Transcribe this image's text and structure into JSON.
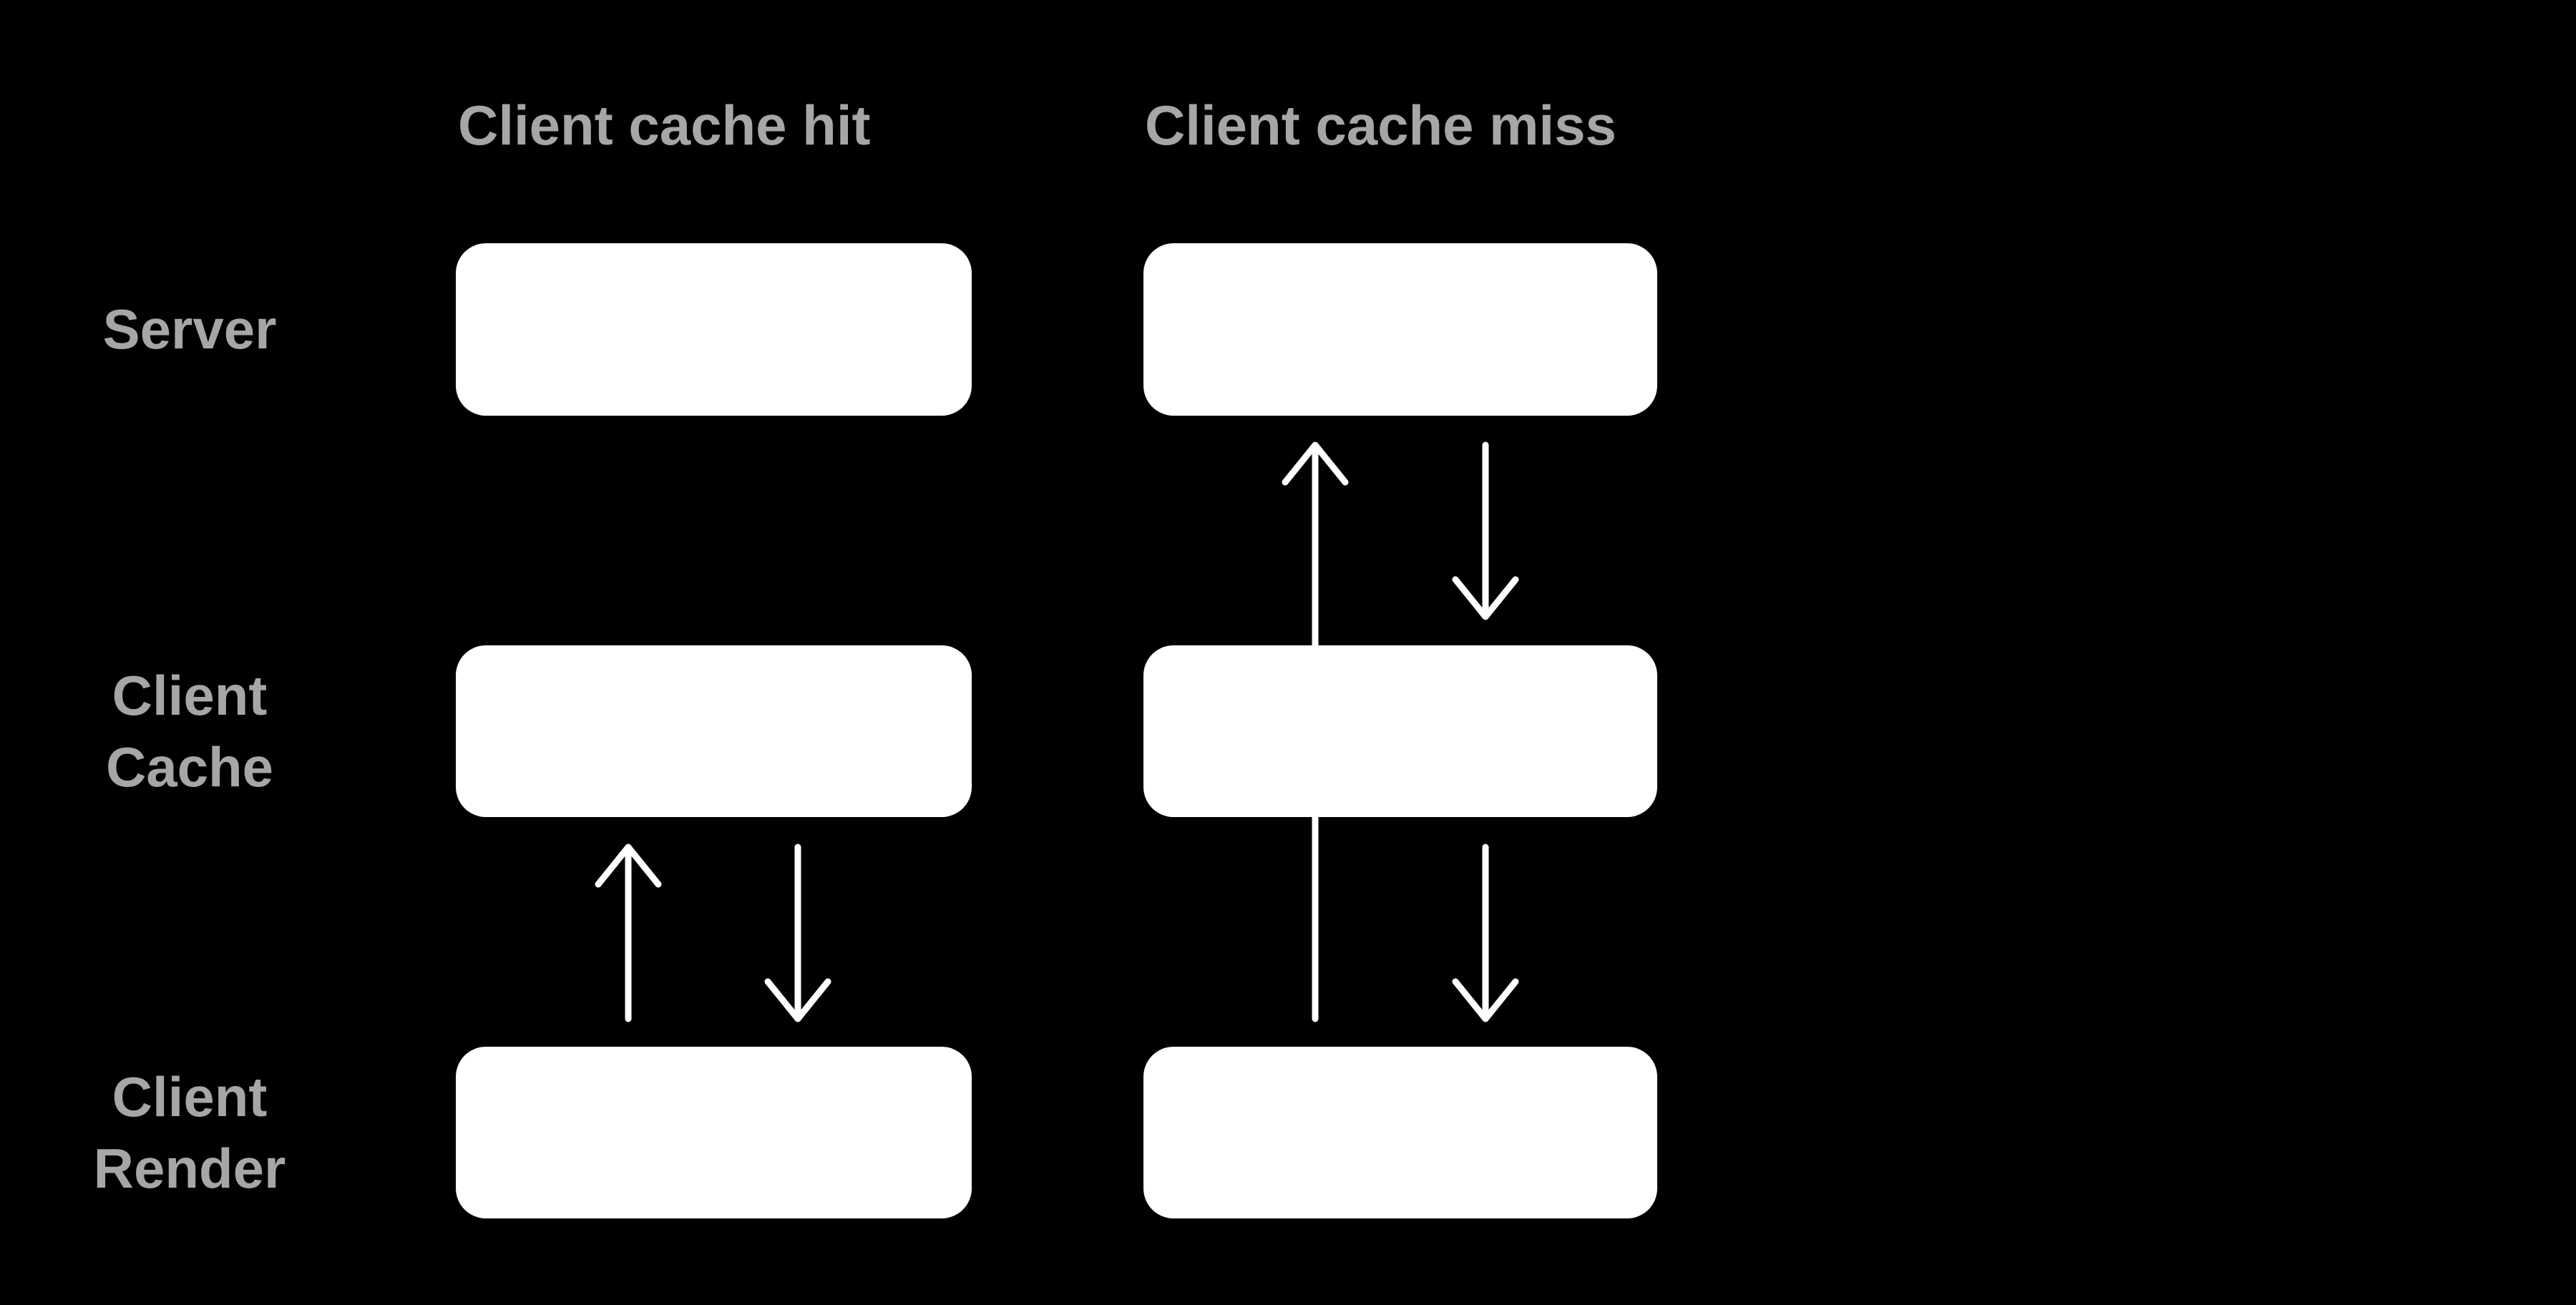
{
  "colors": {
    "background": "#000000",
    "box": "#ffffff",
    "arrow": "#ffffff",
    "label": "#a6a6a6"
  },
  "columns": [
    {
      "id": "client-cache-hit",
      "title": "Client cache hit"
    },
    {
      "id": "client-cache-miss",
      "title": "Client cache miss"
    }
  ],
  "rows": [
    {
      "id": "server",
      "lines": [
        "Server"
      ]
    },
    {
      "id": "client-cache",
      "lines": [
        "Client",
        "Cache"
      ]
    },
    {
      "id": "client-render",
      "lines": [
        "Client",
        "Render"
      ]
    }
  ],
  "edges": {
    "client_cache_hit": [
      {
        "from": "client-render",
        "to": "client-cache",
        "direction": "up"
      },
      {
        "from": "client-cache",
        "to": "client-render",
        "direction": "down"
      }
    ],
    "client_cache_miss": [
      {
        "from": "client-render",
        "to": "server",
        "direction": "up",
        "passes_behind": "client-cache"
      },
      {
        "from": "server",
        "to": "client-cache",
        "direction": "down"
      },
      {
        "from": "client-cache",
        "to": "client-render",
        "direction": "down"
      }
    ]
  }
}
